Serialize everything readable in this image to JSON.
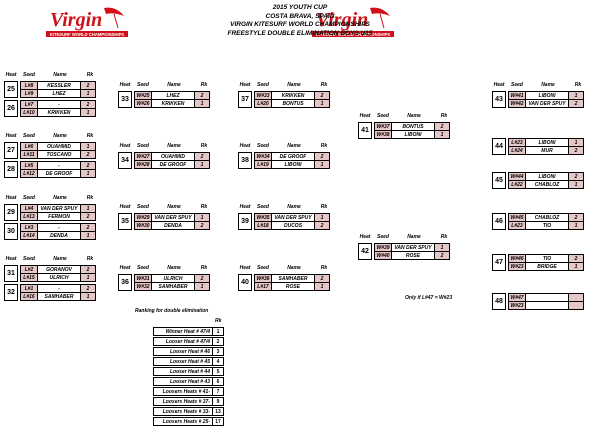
{
  "header": {
    "lines": [
      "2015 YOUTH CUP",
      "COSTA BRAVA, SPAIN",
      "VIRGIN KITESURF WORLD CHAMPIONSHIPS",
      "FREESTYLE DOUBLE ELIMINATION BOYS U15"
    ],
    "logo_text": "Virgin",
    "logo_sub": "KITESURF WORLD CHAMPIONSHIPS",
    "logo_color": "#d0101a"
  },
  "columns": {
    "heat": "Heat",
    "seed": "Seed",
    "name": "Name",
    "rk": "Rk"
  },
  "heats": [
    {
      "num": "25",
      "rows": [
        [
          "L#8",
          "KESSLER",
          "2"
        ],
        [
          "L#9",
          "LHEZ",
          "1"
        ]
      ]
    },
    {
      "num": "26",
      "rows": [
        [
          "L#7",
          "-",
          "2"
        ],
        [
          "L#10",
          "KRIKKEN",
          "1"
        ]
      ]
    },
    {
      "num": "27",
      "rows": [
        [
          "L#6",
          "OUAHMID",
          "1"
        ],
        [
          "L#11",
          "TOSCANO",
          "2"
        ]
      ]
    },
    {
      "num": "28",
      "rows": [
        [
          "L#5",
          "-",
          "2"
        ],
        [
          "L#12",
          "DE GROOF",
          "1"
        ]
      ]
    },
    {
      "num": "29",
      "rows": [
        [
          "L#4",
          "VAN DER SPUY",
          "1"
        ],
        [
          "L#13",
          "FERMON",
          "2"
        ]
      ]
    },
    {
      "num": "30",
      "rows": [
        [
          "L#3",
          "-",
          "2"
        ],
        [
          "L#14",
          "DENDA",
          "1"
        ]
      ]
    },
    {
      "num": "31",
      "rows": [
        [
          "L#2",
          "GORANOV",
          "2"
        ],
        [
          "L#15",
          "ULRICH",
          "1"
        ]
      ]
    },
    {
      "num": "32",
      "rows": [
        [
          "L#1",
          "-",
          "2"
        ],
        [
          "L#16",
          "SAMHABER",
          "1"
        ]
      ]
    },
    {
      "num": "33",
      "rows": [
        [
          "W#25",
          "LHEZ",
          "2"
        ],
        [
          "W#26",
          "KRIKKEN",
          "1"
        ]
      ]
    },
    {
      "num": "34",
      "rows": [
        [
          "W#27",
          "OUAHMID",
          "2"
        ],
        [
          "W#28",
          "DE GROOF",
          "1"
        ]
      ]
    },
    {
      "num": "35",
      "rows": [
        [
          "W#29",
          "VAN DER SPUY",
          "1"
        ],
        [
          "W#30",
          "DENDA",
          "2"
        ]
      ]
    },
    {
      "num": "36",
      "rows": [
        [
          "W#31",
          "ULRICH",
          "2"
        ],
        [
          "W#32",
          "SAMHABER",
          "1"
        ]
      ]
    },
    {
      "num": "37",
      "rows": [
        [
          "W#33",
          "KRIKKEN",
          "2"
        ],
        [
          "L#20",
          "BONTUS",
          "1"
        ]
      ]
    },
    {
      "num": "38",
      "rows": [
        [
          "W#34",
          "DE GROOF",
          "2"
        ],
        [
          "L#19",
          "LIBONI",
          "1"
        ]
      ]
    },
    {
      "num": "39",
      "rows": [
        [
          "W#35",
          "VAN DER SPUY",
          "1"
        ],
        [
          "L#18",
          "DUCOS",
          "2"
        ]
      ]
    },
    {
      "num": "40",
      "rows": [
        [
          "W#36",
          "SAMHABER",
          "2"
        ],
        [
          "L#17",
          "ROSE",
          "1"
        ]
      ]
    },
    {
      "num": "41",
      "rows": [
        [
          "W#37",
          "BONTUS",
          "2"
        ],
        [
          "W#38",
          "LIBONI",
          "1"
        ]
      ]
    },
    {
      "num": "42",
      "rows": [
        [
          "W#39",
          "VAN DER SPUY",
          "1"
        ],
        [
          "W#40",
          "ROSE",
          "2"
        ]
      ]
    },
    {
      "num": "43",
      "rows": [
        [
          "W#41",
          "LIBONI",
          "1"
        ],
        [
          "W#42",
          "VAN DER SPUY",
          "2"
        ]
      ]
    },
    {
      "num": "44",
      "rows": [
        [
          "L#23",
          "LIBONI",
          "1"
        ],
        [
          "L#24",
          "MUR",
          "2"
        ]
      ]
    },
    {
      "num": "45",
      "rows": [
        [
          "W#44",
          "LIBONI",
          "2"
        ],
        [
          "L#22",
          "CHABLOZ",
          "1"
        ]
      ]
    },
    {
      "num": "46",
      "rows": [
        [
          "W#45",
          "CHABLOZ",
          "2"
        ],
        [
          "L#23",
          "TIO",
          "1"
        ]
      ]
    },
    {
      "num": "47",
      "rows": [
        [
          "W#46",
          "TIO",
          "2"
        ],
        [
          "W#23",
          "BRIDGE",
          "1"
        ]
      ]
    },
    {
      "num": "48",
      "rows": [
        [
          "W#47",
          "",
          ""
        ],
        [
          "W#23",
          "",
          ""
        ]
      ]
    }
  ],
  "note": "Only if L#47 = W#23",
  "ranking": {
    "title": "Ranking for double elimination",
    "header": "Rk",
    "rows": [
      {
        "label": "Winner Heat # 47/4",
        "value": "1"
      },
      {
        "label": "Looser Heat # 47/4",
        "value": "2"
      },
      {
        "label": "Looser Heat # 46",
        "value": "3"
      },
      {
        "label": "Looser Heat # 45",
        "value": "4"
      },
      {
        "label": "Looser Heat # 44",
        "value": "5"
      },
      {
        "label": "Looser Heat # 43",
        "value": "6"
      },
      {
        "label": "Loosers Heats # 41-",
        "value": "7"
      },
      {
        "label": "Loosers Heats # 37-",
        "value": "9"
      },
      {
        "label": "Loosers Heats # 33-",
        "value": "13"
      },
      {
        "label": "Loosers Heats # 25-",
        "value": "17"
      }
    ]
  }
}
